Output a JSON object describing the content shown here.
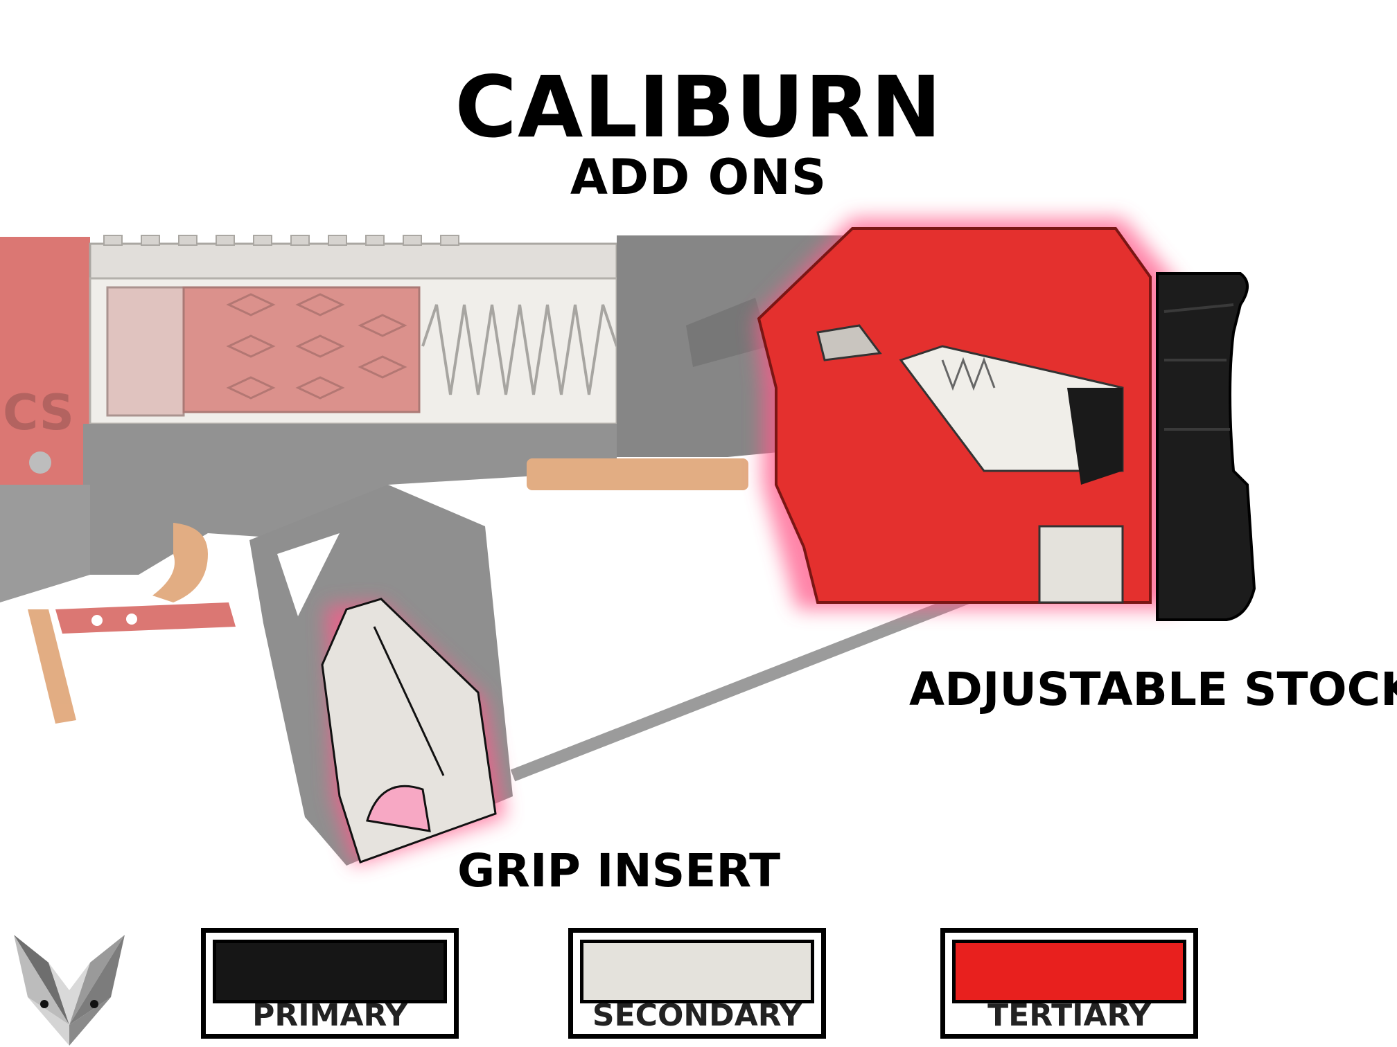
{
  "title": "CALIBURN",
  "subtitle": "ADD ONS",
  "callouts": {
    "stock": "ADJUSTABLE STOCK",
    "grip": "GRIP INSERT"
  },
  "legend": [
    {
      "label": "PRIMARY",
      "color": "#161616"
    },
    {
      "label": "SECONDARY",
      "color": "#e4e2dc"
    },
    {
      "label": "TERTIARY",
      "color": "#e8201e"
    }
  ],
  "colors": {
    "primary": "#161616",
    "secondary": "#e4e2dc",
    "tertiary": "#e8201e",
    "highlight_glow": "#ff5a8a",
    "accent_orange": "#d9925a"
  },
  "icons": {
    "logo": "fox-head-icon"
  }
}
